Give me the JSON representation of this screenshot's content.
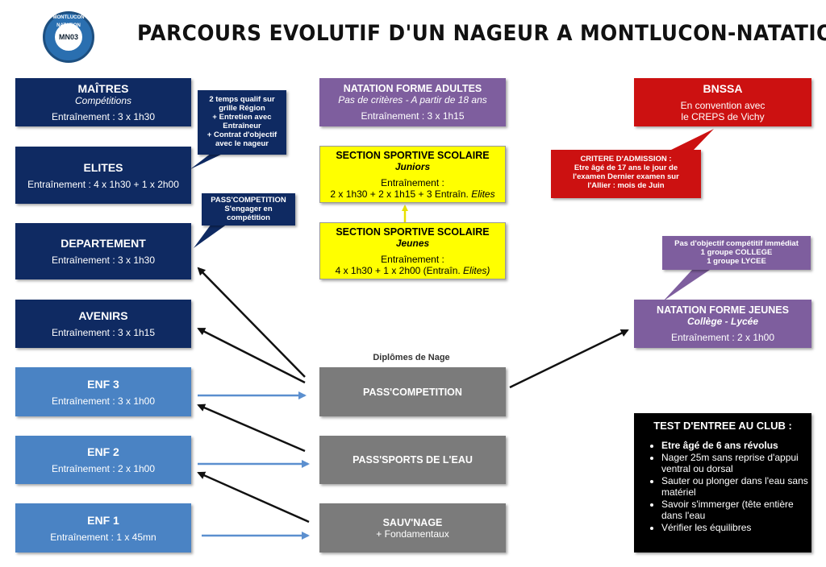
{
  "title": "PARCOURS EVOLUTIF D'UN NAGEUR A MONTLUCON-NATATION",
  "logo": {
    "ring_text": "MONTLUCON NATATION",
    "monogram": "MN03"
  },
  "left_column": {
    "maitres": {
      "title": "MAÎTRES",
      "subtitle": "Compétitions",
      "training": "Entraînement : 3 x 1h30"
    },
    "elites": {
      "title": "ELITES",
      "training": "Entraînement : 4 x 1h30 + 1 x 2h00"
    },
    "departement": {
      "title": "DEPARTEMENT",
      "training": "Entraînement : 3 x 1h30"
    },
    "avenirs": {
      "title": "AVENIRS",
      "training": "Entraînement : 3 x 1h15"
    },
    "enf3": {
      "title": "ENF 3",
      "training": "Entraînement : 3 x 1h00"
    },
    "enf2": {
      "title": "ENF 2",
      "training": "Entraînement : 2 x 1h00"
    },
    "enf1": {
      "title": "ENF 1",
      "training": "Entraînement : 1 x 45mn"
    }
  },
  "callouts": {
    "elites_note": [
      "2 temps qualif sur",
      "grille Région",
      "+ Entretien avec",
      "Entraîneur",
      "+ Contrat d'objectif",
      "avec le nageur"
    ],
    "passcomp_note": [
      "PASS'COMPETITION",
      "S'engager en",
      "compétition"
    ],
    "bnssa_note": [
      "CRITERE D'ADMISSION :",
      "Etre âgé de 17 ans le jour de",
      "l'examen Dernier examen sur",
      "l'Allier : mois de Juin"
    ],
    "jeunes_note": [
      "Pas d'objectif compétitif immédiat",
      "1 groupe COLLEGE",
      "1 groupe LYCEE"
    ]
  },
  "center_column": {
    "adultes": {
      "title": "NATATION FORME ADULTES",
      "subtitle": "Pas de critères - A partir de 18 ans",
      "training": "Entraînement : 3 x 1h15"
    },
    "sss_juniors": {
      "title": "SECTION SPORTIVE SCOLAIRE",
      "subtitle": "Juniors",
      "training_label": "Entraînement :",
      "training": "2 x 1h30 + 2 x 1h15 + 3 Entraîn.",
      "training_em": "Elites"
    },
    "sss_jeunes": {
      "title": "SECTION SPORTIVE SCOLAIRE",
      "subtitle": "Jeunes",
      "training_label": "Entraînement :",
      "training": "4 x 1h30 + 1 x 2h00 (Entraîn.",
      "training_em": "Elites)"
    },
    "diplomes_label": "Diplômes de Nage",
    "passcompetition": {
      "title": "PASS'COMPETITION"
    },
    "passsports": {
      "title": "PASS'SPORTS DE L'EAU"
    },
    "sauvnage": {
      "title": "SAUV'NAGE",
      "subtitle": "+ Fondamentaux"
    }
  },
  "right_column": {
    "bnssa": {
      "title": "BNSSA",
      "line1": "En convention avec",
      "line2": "le CREPS de Vichy"
    },
    "jeunes": {
      "title": "NATATION FORME JEUNES",
      "subtitle": "Collège - Lycée",
      "training": "Entraînement : 2 x 1h00"
    },
    "test": {
      "title": "TEST D'ENTREE AU CLUB :",
      "items": [
        "Etre âgé de 6 ans révolus",
        "Nager 25m sans reprise d'appui ventral ou dorsal",
        "Sauter ou plonger dans l'eau sans matériel",
        "Savoir s'immerger (tête entière dans l'eau",
        "Vérifier les équilibres"
      ]
    }
  },
  "colors": {
    "navy": "#0f2a62",
    "light_blue": "#4a83c4",
    "purple": "#7e5e9e",
    "gray": "#7b7b7b",
    "red": "#cc1111",
    "yellow": "#ffff00",
    "arrow_blue": "#5b8fcf"
  }
}
